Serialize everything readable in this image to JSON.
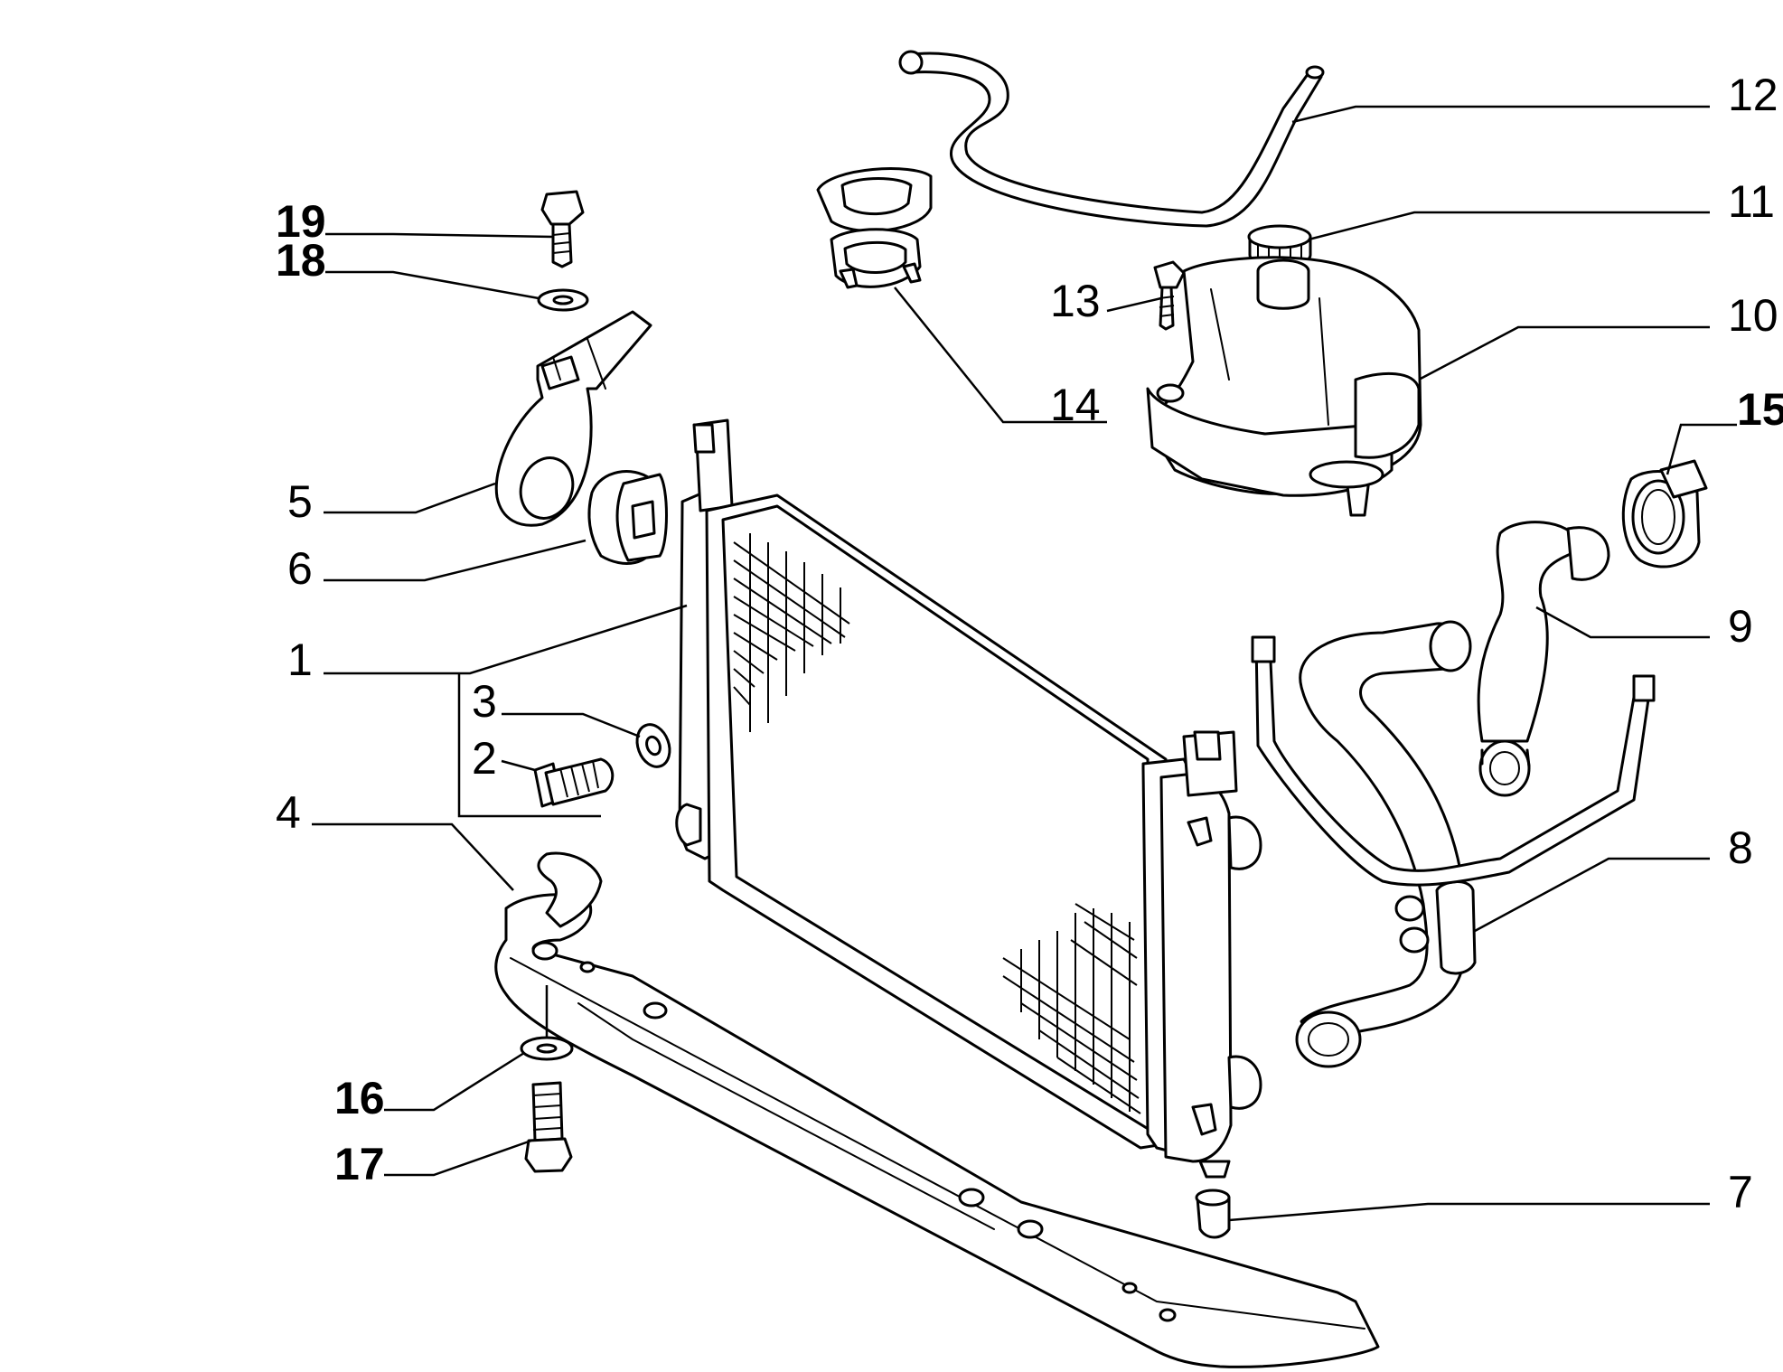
{
  "callouts": [
    {
      "id": "c1",
      "label": "1"
    },
    {
      "id": "c2",
      "label": "2"
    },
    {
      "id": "c3",
      "label": "3"
    },
    {
      "id": "c4",
      "label": "4"
    },
    {
      "id": "c5",
      "label": "5"
    },
    {
      "id": "c6",
      "label": "6"
    },
    {
      "id": "c7",
      "label": "7"
    },
    {
      "id": "c8",
      "label": "8"
    },
    {
      "id": "c9",
      "label": "9"
    },
    {
      "id": "c10",
      "label": "10"
    },
    {
      "id": "c11",
      "label": "11"
    },
    {
      "id": "c12",
      "label": "12"
    },
    {
      "id": "c13",
      "label": "13"
    },
    {
      "id": "c14",
      "label": "14"
    },
    {
      "id": "c15",
      "label": "15"
    },
    {
      "id": "c16",
      "label": "16"
    },
    {
      "id": "c17",
      "label": "17"
    },
    {
      "id": "c18",
      "label": "18"
    },
    {
      "id": "c19",
      "label": "19"
    }
  ],
  "colors": {
    "line": "#000000",
    "background": "#ffffff"
  }
}
